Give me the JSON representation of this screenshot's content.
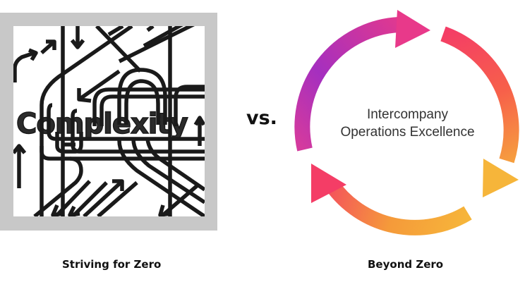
{
  "left_panel": {
    "art_word": "Complexity",
    "caption": "Striving for Zero",
    "frame_color": "#c8c8c8",
    "line_color": "#1a1a1a"
  },
  "separator": {
    "label": "vs."
  },
  "right_panel": {
    "center_text_line1": "Intercompany",
    "center_text_line2": "Operations Excellence",
    "caption": "Beyond Zero",
    "colors": {
      "purple": "#a52fbf",
      "magenta": "#e63a8e",
      "pink_red": "#f43d66",
      "coral": "#f7604a",
      "orange": "#f59a3a",
      "yellow_orange": "#f6b53a"
    }
  }
}
